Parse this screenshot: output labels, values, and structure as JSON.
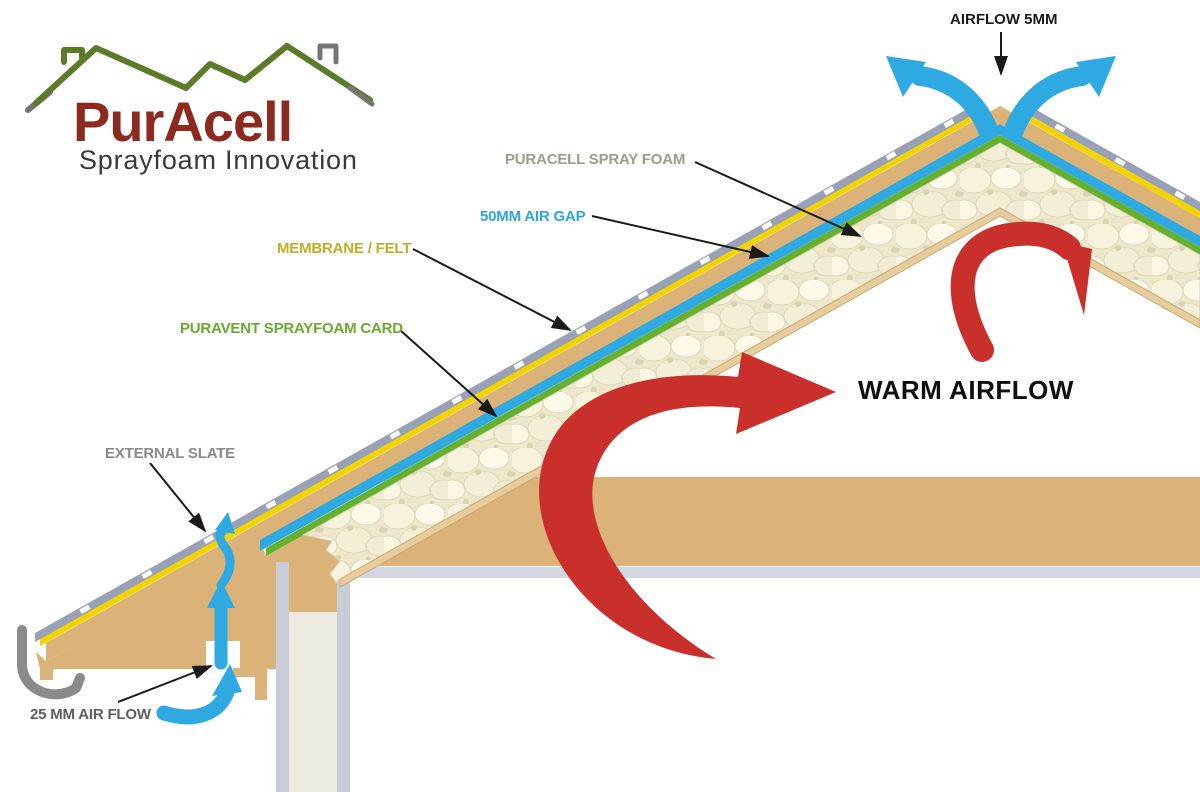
{
  "logo": {
    "brand": "PurAcell",
    "tagline": "Sprayfoam Innovation"
  },
  "callouts": {
    "spray_foam": "PURACELL SPRAY FOAM",
    "air_gap": "50MM AIR GAP",
    "membrane": "MEMBRANE / FELT",
    "sprayfoam_card": "PURAVENT SPRAYFOAM CARD",
    "external_slate": "EXTERNAL SLATE",
    "eaves_airflow": "25 MM AIR FLOW",
    "ridge_airflow": "AIRFLOW 5MM",
    "warm_airflow": "WARM AIRFLOW"
  },
  "colors": {
    "slate_gray": "#9AA0B5",
    "membrane_yellow": "#F2D500",
    "timber_tan": "#DBB277",
    "air_gap_blue": "#2FA9E2",
    "card_green": "#66B02E",
    "foam_cream": "#EDE8CC",
    "warm_red": "#C9302C",
    "label_foam_gray": "#9C9C8A",
    "label_blue": "#2AA7E0",
    "label_olive": "#BFAE25",
    "label_green": "#69A92F",
    "label_slate": "#8A8A8A",
    "label_dark": "#1A1A1A",
    "brand_red": "#8C2A20",
    "roofline_green": "#5C7B28"
  }
}
